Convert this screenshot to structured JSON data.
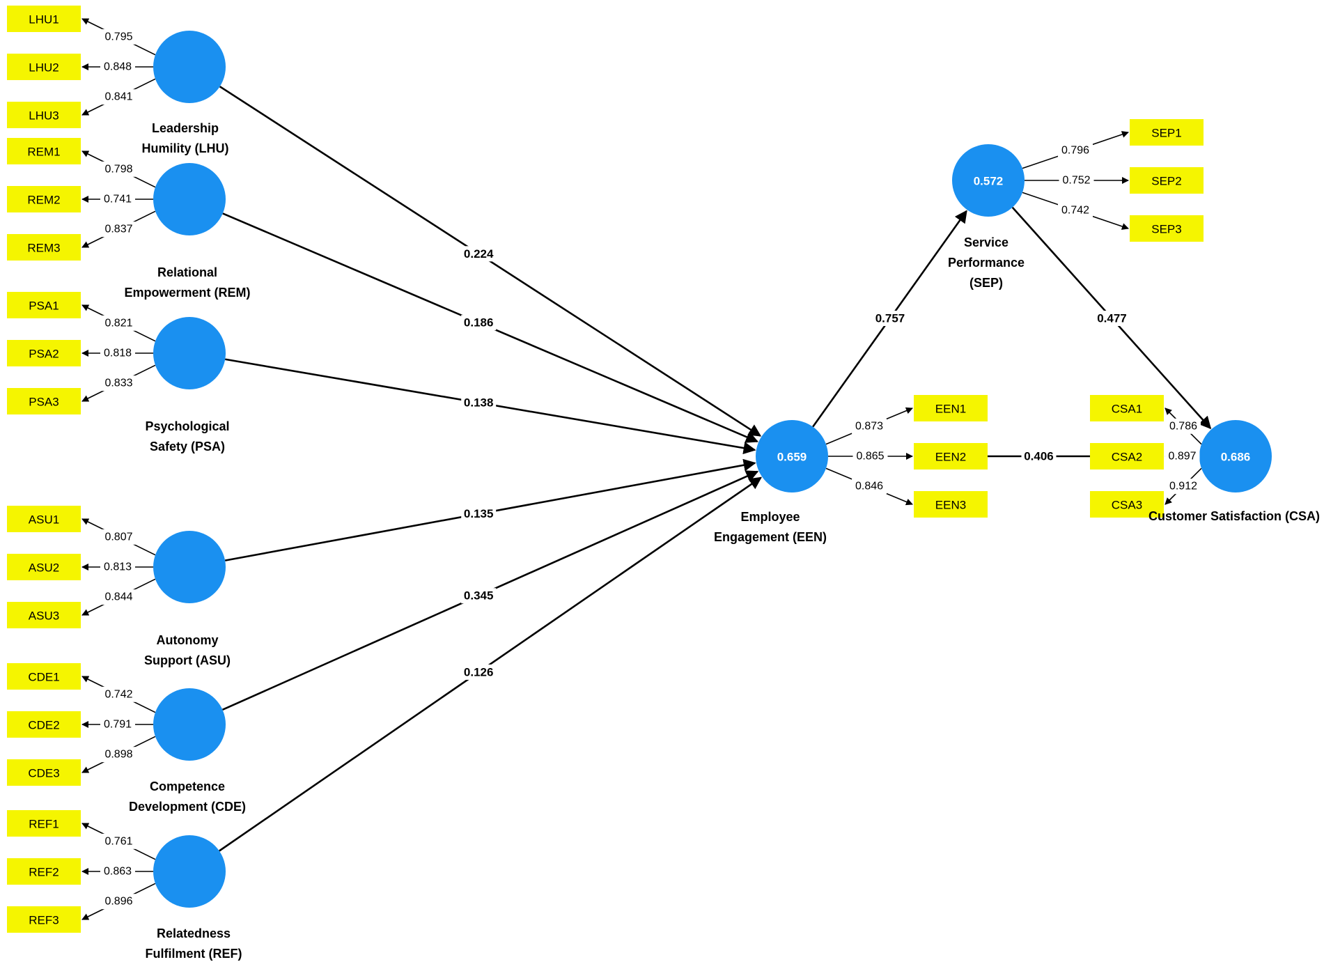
{
  "colors": {
    "construct_fill": "#1a90f0",
    "indicator_fill": "#f5f500",
    "line": "#000000"
  },
  "constructs": [
    {
      "id": "LHU",
      "name_lines": [
        "Leadership",
        "Humility (LHU)"
      ],
      "r2": ""
    },
    {
      "id": "REM",
      "name_lines": [
        "Relational",
        "Empowerment (REM)"
      ],
      "r2": ""
    },
    {
      "id": "PSA",
      "name_lines": [
        "Psychological",
        "Safety (PSA)"
      ],
      "r2": ""
    },
    {
      "id": "ASU",
      "name_lines": [
        "Autonomy",
        "Support (ASU)"
      ],
      "r2": ""
    },
    {
      "id": "CDE",
      "name_lines": [
        "Competence",
        "Development (CDE)"
      ],
      "r2": ""
    },
    {
      "id": "REF",
      "name_lines": [
        "Relatedness",
        "Fulfilment (REF)"
      ],
      "r2": ""
    },
    {
      "id": "EEN",
      "name_lines": [
        "Employee",
        "Engagement (EEN)"
      ],
      "r2": "0.659"
    },
    {
      "id": "SEP",
      "name_lines": [
        "Service",
        "Performance",
        "(SEP)"
      ],
      "r2": "0.572"
    },
    {
      "id": "CSA",
      "name_lines": [
        "Customer Satisfaction (CSA)"
      ],
      "r2": "0.686"
    }
  ],
  "indicators": [
    {
      "construct": "LHU",
      "items": [
        {
          "label": "LHU1",
          "loading": "0.795"
        },
        {
          "label": "LHU2",
          "loading": "0.848"
        },
        {
          "label": "LHU3",
          "loading": "0.841"
        }
      ]
    },
    {
      "construct": "REM",
      "items": [
        {
          "label": "REM1",
          "loading": "0.798"
        },
        {
          "label": "REM2",
          "loading": "0.741"
        },
        {
          "label": "REM3",
          "loading": "0.837"
        }
      ]
    },
    {
      "construct": "PSA",
      "items": [
        {
          "label": "PSA1",
          "loading": "0.821"
        },
        {
          "label": "PSA2",
          "loading": "0.818"
        },
        {
          "label": "PSA3",
          "loading": "0.833"
        }
      ]
    },
    {
      "construct": "ASU",
      "items": [
        {
          "label": "ASU1",
          "loading": "0.807"
        },
        {
          "label": "ASU2",
          "loading": "0.813"
        },
        {
          "label": "ASU3",
          "loading": "0.844"
        }
      ]
    },
    {
      "construct": "CDE",
      "items": [
        {
          "label": "CDE1",
          "loading": "0.742"
        },
        {
          "label": "CDE2",
          "loading": "0.791"
        },
        {
          "label": "CDE3",
          "loading": "0.898"
        }
      ]
    },
    {
      "construct": "REF",
      "items": [
        {
          "label": "REF1",
          "loading": "0.761"
        },
        {
          "label": "REF2",
          "loading": "0.863"
        },
        {
          "label": "REF3",
          "loading": "0.896"
        }
      ]
    },
    {
      "construct": "EEN",
      "items": [
        {
          "label": "EEN1",
          "loading": "0.873"
        },
        {
          "label": "EEN2",
          "loading": "0.865"
        },
        {
          "label": "EEN3",
          "loading": "0.846"
        }
      ]
    },
    {
      "construct": "SEP",
      "items": [
        {
          "label": "SEP1",
          "loading": "0.796"
        },
        {
          "label": "SEP2",
          "loading": "0.752"
        },
        {
          "label": "SEP3",
          "loading": "0.742"
        }
      ]
    },
    {
      "construct": "CSA",
      "items": [
        {
          "label": "CSA1",
          "loading": "0.786"
        },
        {
          "label": "CSA2",
          "loading": "0.897"
        },
        {
          "label": "CSA3",
          "loading": "0.912"
        }
      ]
    }
  ],
  "paths": [
    {
      "from": "LHU",
      "to": "EEN",
      "coef": "0.224"
    },
    {
      "from": "REM",
      "to": "EEN",
      "coef": "0.186"
    },
    {
      "from": "PSA",
      "to": "EEN",
      "coef": "0.138"
    },
    {
      "from": "ASU",
      "to": "EEN",
      "coef": "0.135"
    },
    {
      "from": "CDE",
      "to": "EEN",
      "coef": "0.345"
    },
    {
      "from": "REF",
      "to": "EEN",
      "coef": "0.126"
    },
    {
      "from": "EEN",
      "to": "SEP",
      "coef": "0.757"
    },
    {
      "from": "SEP",
      "to": "CSA",
      "coef": "0.477"
    }
  ],
  "correlations": [
    {
      "from": "EEN2",
      "to": "CSA2",
      "coef": "0.406"
    }
  ]
}
